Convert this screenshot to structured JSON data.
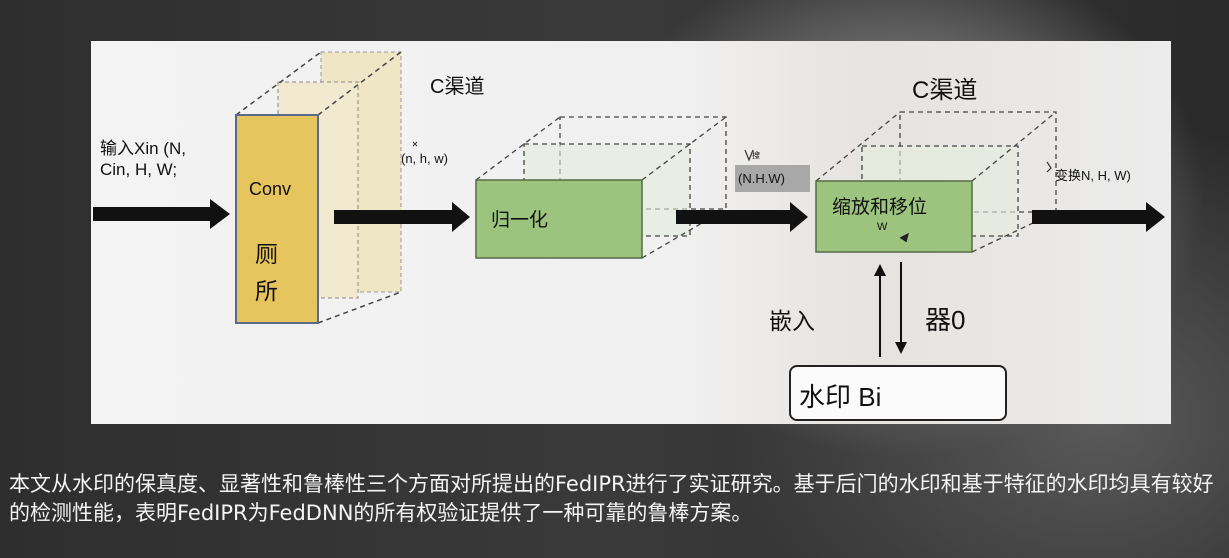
{
  "diagram": {
    "input_label_line1": "输入Xin (N,",
    "input_label_line2": "Cin, H, W;",
    "conv_label": "Conv",
    "conv_sub1": "厕",
    "conv_sub2": "所",
    "channel_label_1": "C渠道",
    "channel_label_2": "C渠道",
    "dims_1": "(n, h, w)",
    "dims_2": "(N.H.W)",
    "dims_2_marker": "搜",
    "normalize_label": "归一化",
    "scale_shift_label": "缩放和移位",
    "scale_shift_sub": "W",
    "output_label": "变换N, H, W)",
    "embed_label": "嵌入",
    "detector_label": "器0",
    "watermark_label": "水印 Bi",
    "colors": {
      "conv_fill": "#e6c45e",
      "green_fill": "#9cc47e",
      "arrow": "#111111"
    }
  },
  "caption": "本文从水印的保真度、显著性和鲁棒性三个方面对所提出的FedIPR进行了实证研究。基于后门的水印和基于特征的水印均具有较好的检测性能，表明FedIPR为FedDNN的所有权验证提供了一种可靠的鲁棒方案。"
}
